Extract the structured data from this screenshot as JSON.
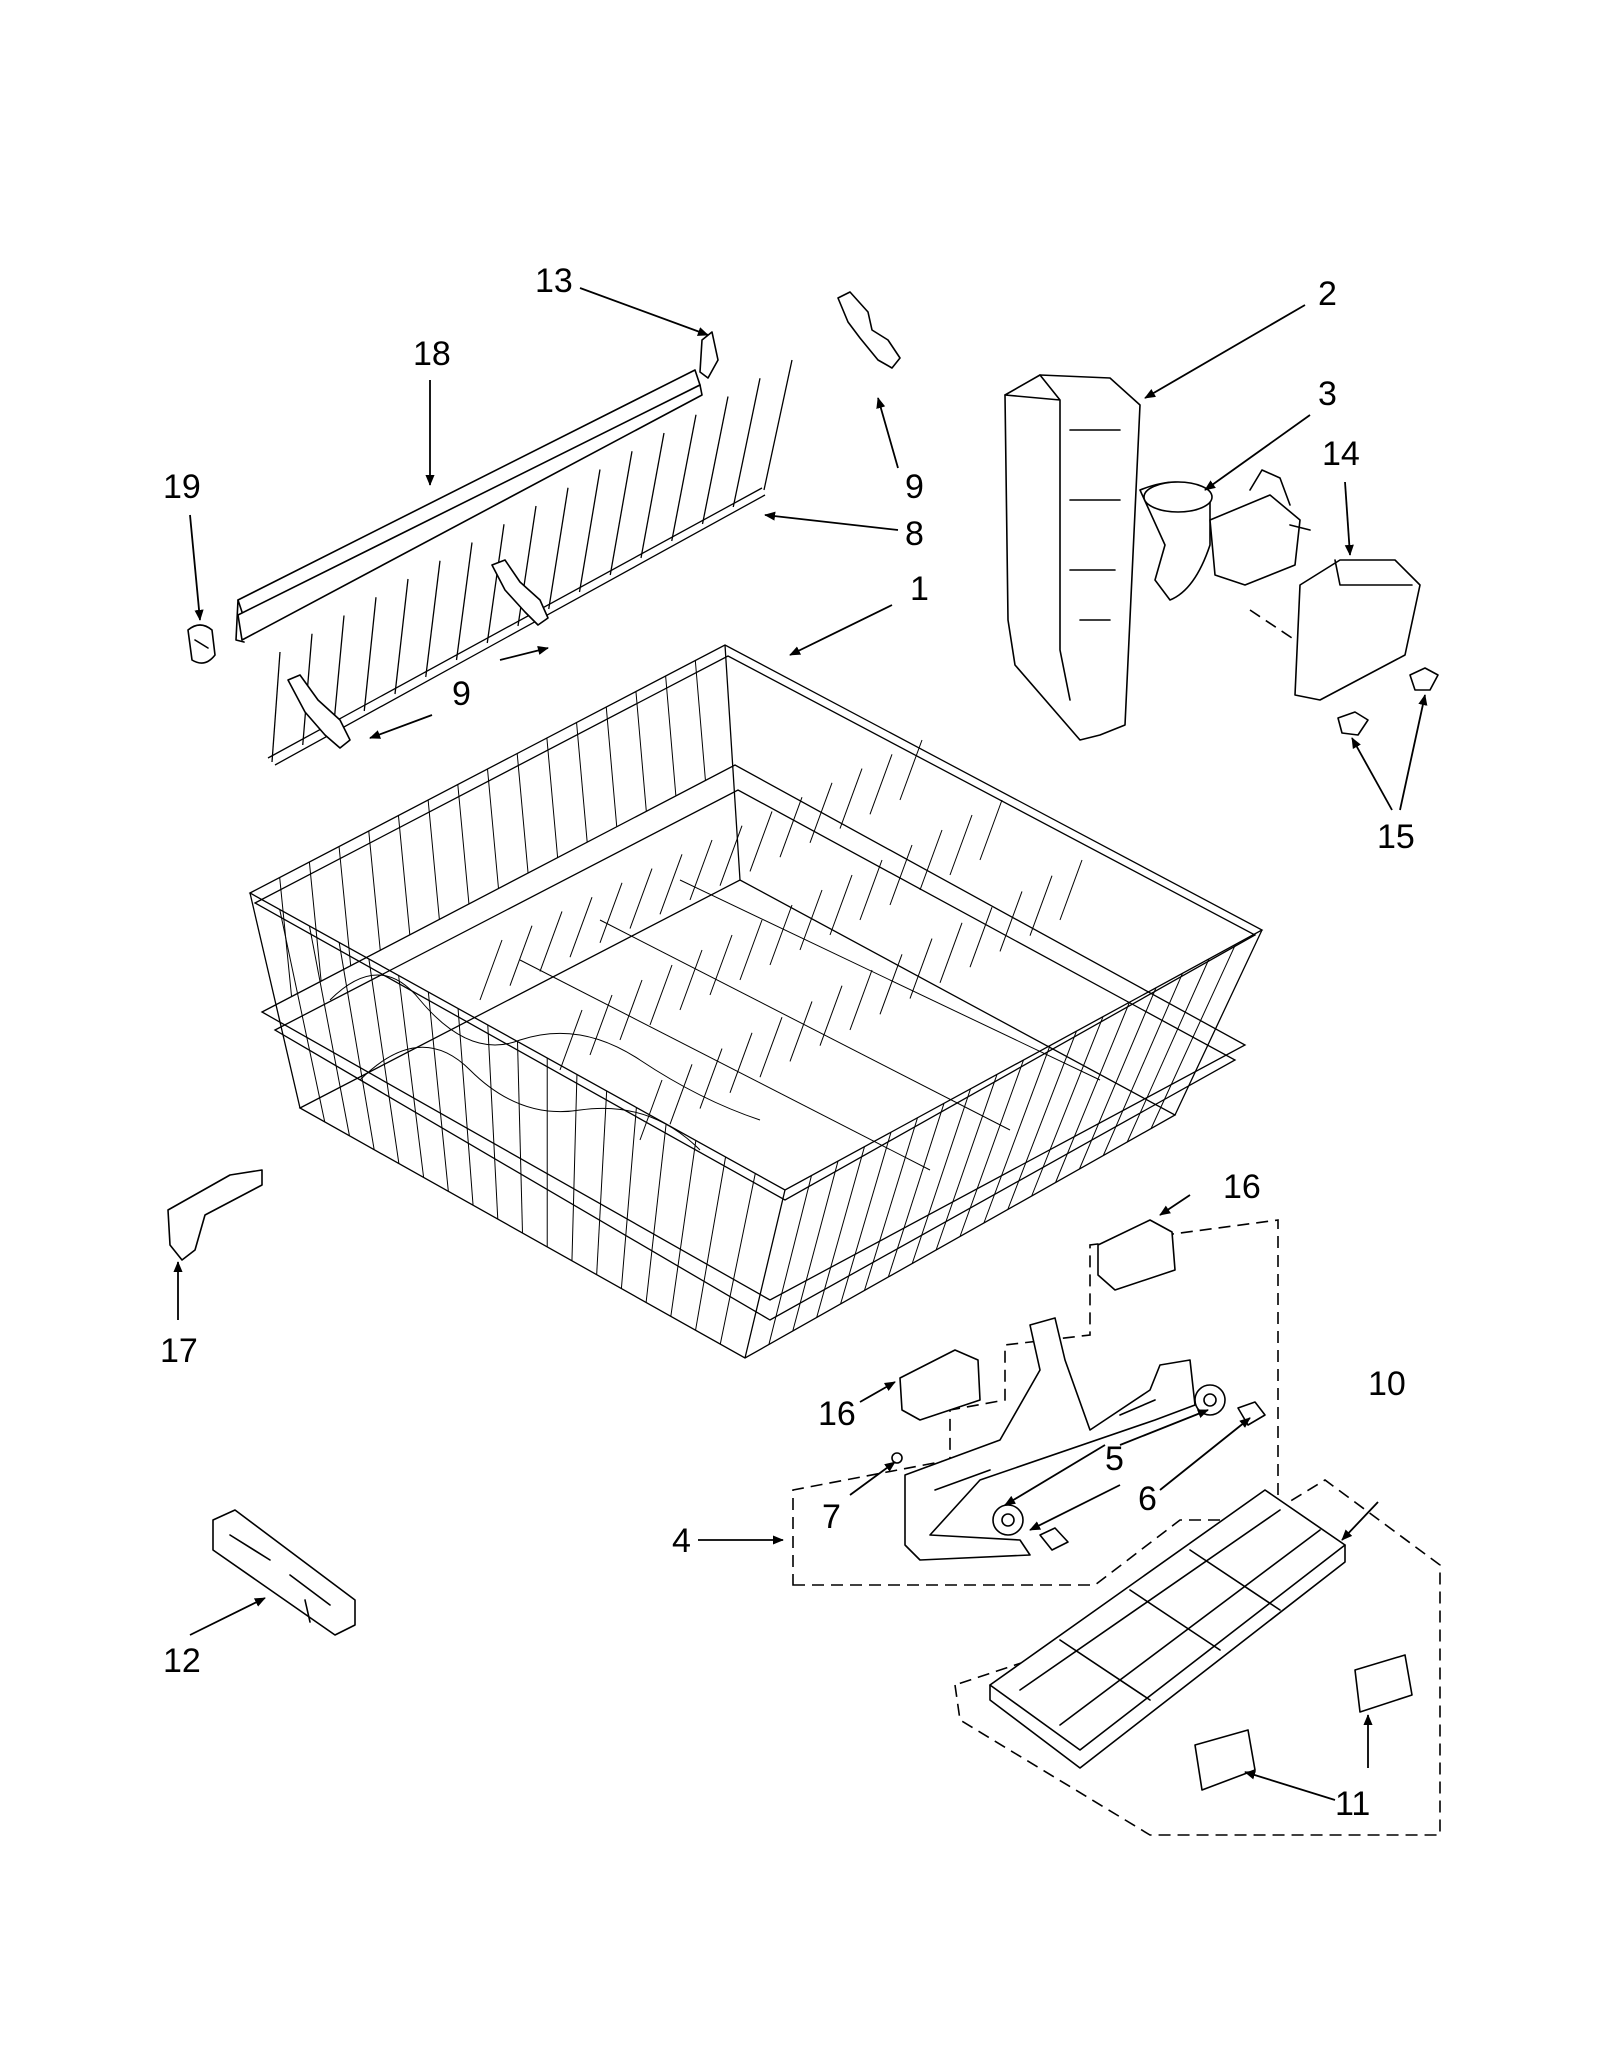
{
  "callouts": {
    "c1": "1",
    "c2": "2",
    "c3": "3",
    "c4": "4",
    "c5": "5",
    "c6": "6",
    "c7": "7",
    "c8": "8",
    "c9a": "9",
    "c9b": "9",
    "c10": "10",
    "c11": "11",
    "c12": "12",
    "c13": "13",
    "c14": "14",
    "c15": "15",
    "c16a": "16",
    "c16b": "16",
    "c17": "17",
    "c18": "18",
    "c19": "19"
  }
}
